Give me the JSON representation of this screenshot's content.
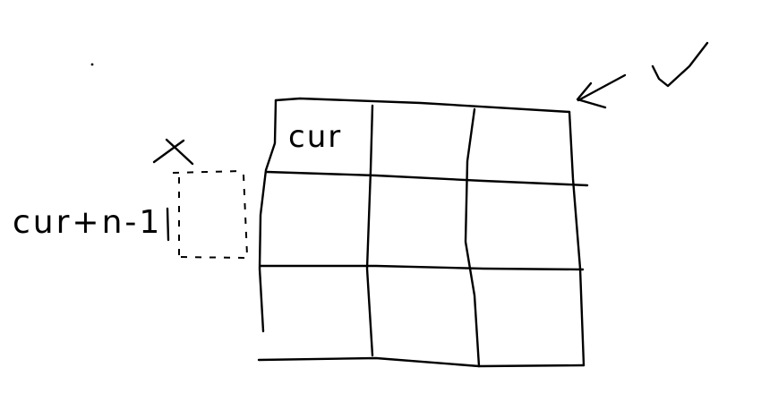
{
  "labels": {
    "cell_label": "cur",
    "outside_label": "cur+n-1"
  },
  "marks": {
    "check_icon": "check-mark-icon",
    "cross_icon": "x-mark-icon",
    "arrow_icon": "arrow-icon"
  },
  "grid": {
    "rows": 3,
    "cols": 3
  },
  "colors": {
    "ink": "#000000",
    "background": "#ffffff"
  }
}
